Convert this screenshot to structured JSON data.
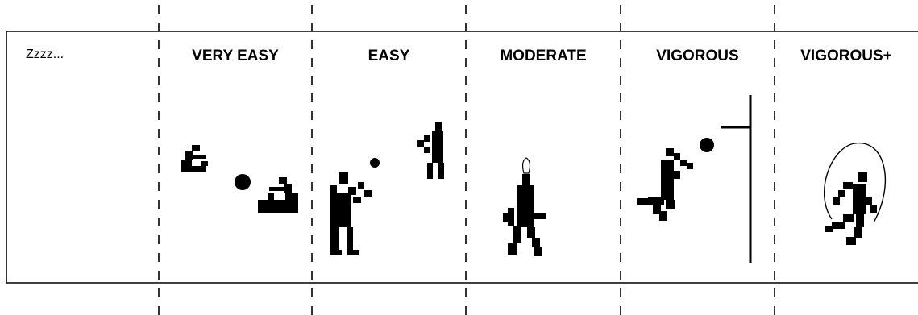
{
  "categories": [
    {
      "id": "sleep",
      "label": "Zzzz..."
    },
    {
      "id": "very-easy",
      "label": "VERY EASY"
    },
    {
      "id": "easy",
      "label": "EASY"
    },
    {
      "id": "moderate",
      "label": "MODERATE"
    },
    {
      "id": "vigorous",
      "label": "VIGOROUS"
    },
    {
      "id": "vigorous-plus",
      "label": "VIGOROUS+"
    }
  ],
  "colors": {
    "ink": "#000000",
    "background": "#ffffff"
  },
  "icons": {
    "very-easy": "seated-players-with-ball-icon",
    "easy": "catch-players-icon",
    "moderate": "walking-person-icon",
    "vigorous": "basketball-jumper-icon",
    "vigorous-plus": "jump-rope-icon"
  }
}
